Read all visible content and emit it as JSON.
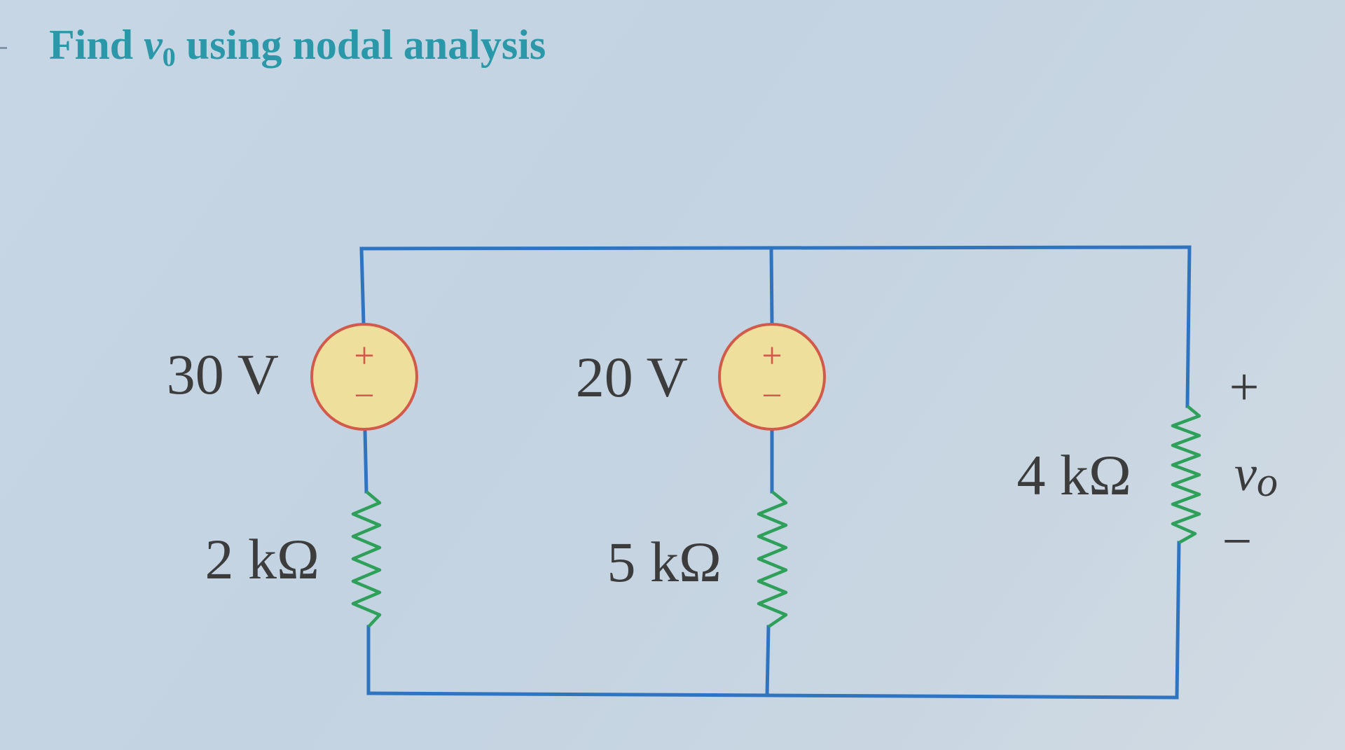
{
  "title": {
    "prefix": "Find",
    "variable": "v",
    "subscript": "0",
    "suffix": "using nodal analysis"
  },
  "circuit": {
    "sources": [
      {
        "label": "30 V",
        "plus": "+",
        "minus": "−"
      },
      {
        "label": "20 V",
        "plus": "+",
        "minus": "−"
      }
    ],
    "resistors": [
      {
        "label": "2 kΩ"
      },
      {
        "label": "5 kΩ"
      },
      {
        "label": "4 kΩ"
      }
    ],
    "output": {
      "plus": "+",
      "variable": "v",
      "subscript": "o",
      "minus": "−"
    }
  },
  "colors": {
    "wire": "#2f74c0",
    "title": "#2a98a8",
    "source_fill": "#efdf9c",
    "source_stroke": "#d25a4a"
  }
}
